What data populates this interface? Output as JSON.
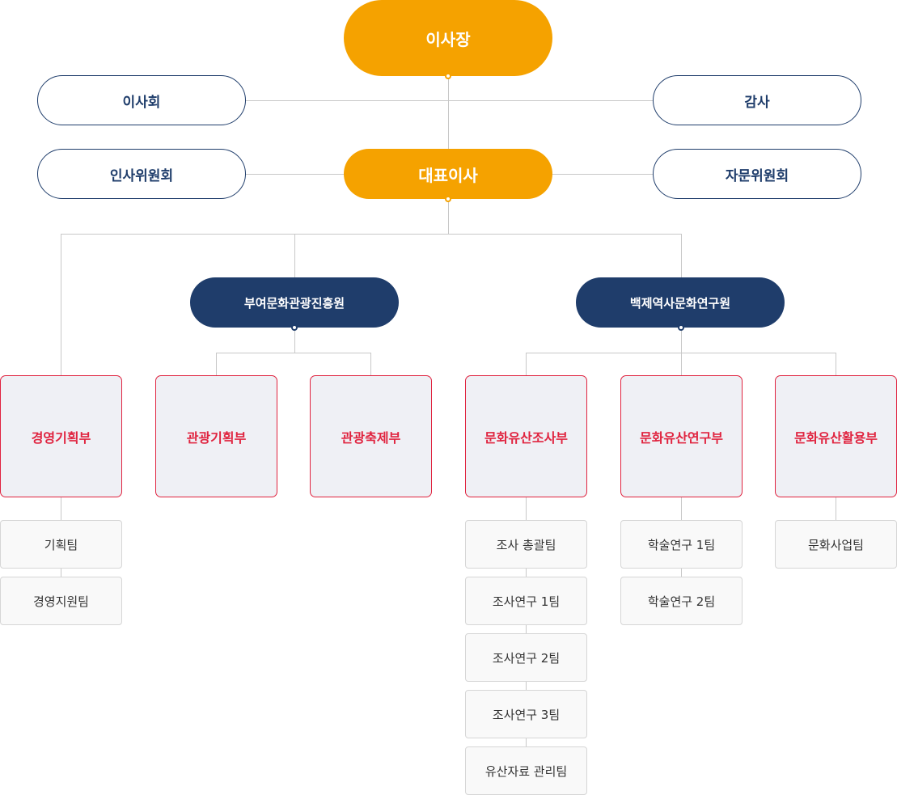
{
  "chart": {
    "top": {
      "chairman": "이사장",
      "ceo": "대표이사"
    },
    "side_left": [
      "이사회",
      "인사위원회"
    ],
    "side_right": [
      "감사",
      "자문위원회"
    ],
    "institutes": [
      "부여문화관광진흥원",
      "백제역사문화연구원"
    ],
    "departments": [
      {
        "name": "경영기획부",
        "teams": [
          "기획팀",
          "경영지원팀"
        ]
      },
      {
        "name": "관광기획부",
        "teams": []
      },
      {
        "name": "관광축제부",
        "teams": []
      },
      {
        "name": "문화유산조사부",
        "teams": [
          "조사 총괄팀",
          "조사연구 1팀",
          "조사연구 2팀",
          "조사연구 3팀",
          "유산자료 관리팀"
        ]
      },
      {
        "name": "문화유산연구부",
        "teams": [
          "학술연구 1팀",
          "학술연구 2팀"
        ]
      },
      {
        "name": "문화유산활용부",
        "teams": [
          "문화사업팀"
        ]
      }
    ]
  },
  "colors": {
    "orange": "#f5a200",
    "navy": "#1f3d6b",
    "red": "#e0233f",
    "dept_bg": "#eff0f5",
    "team_bg": "#f9f9f9",
    "line": "#c8c8c8"
  }
}
